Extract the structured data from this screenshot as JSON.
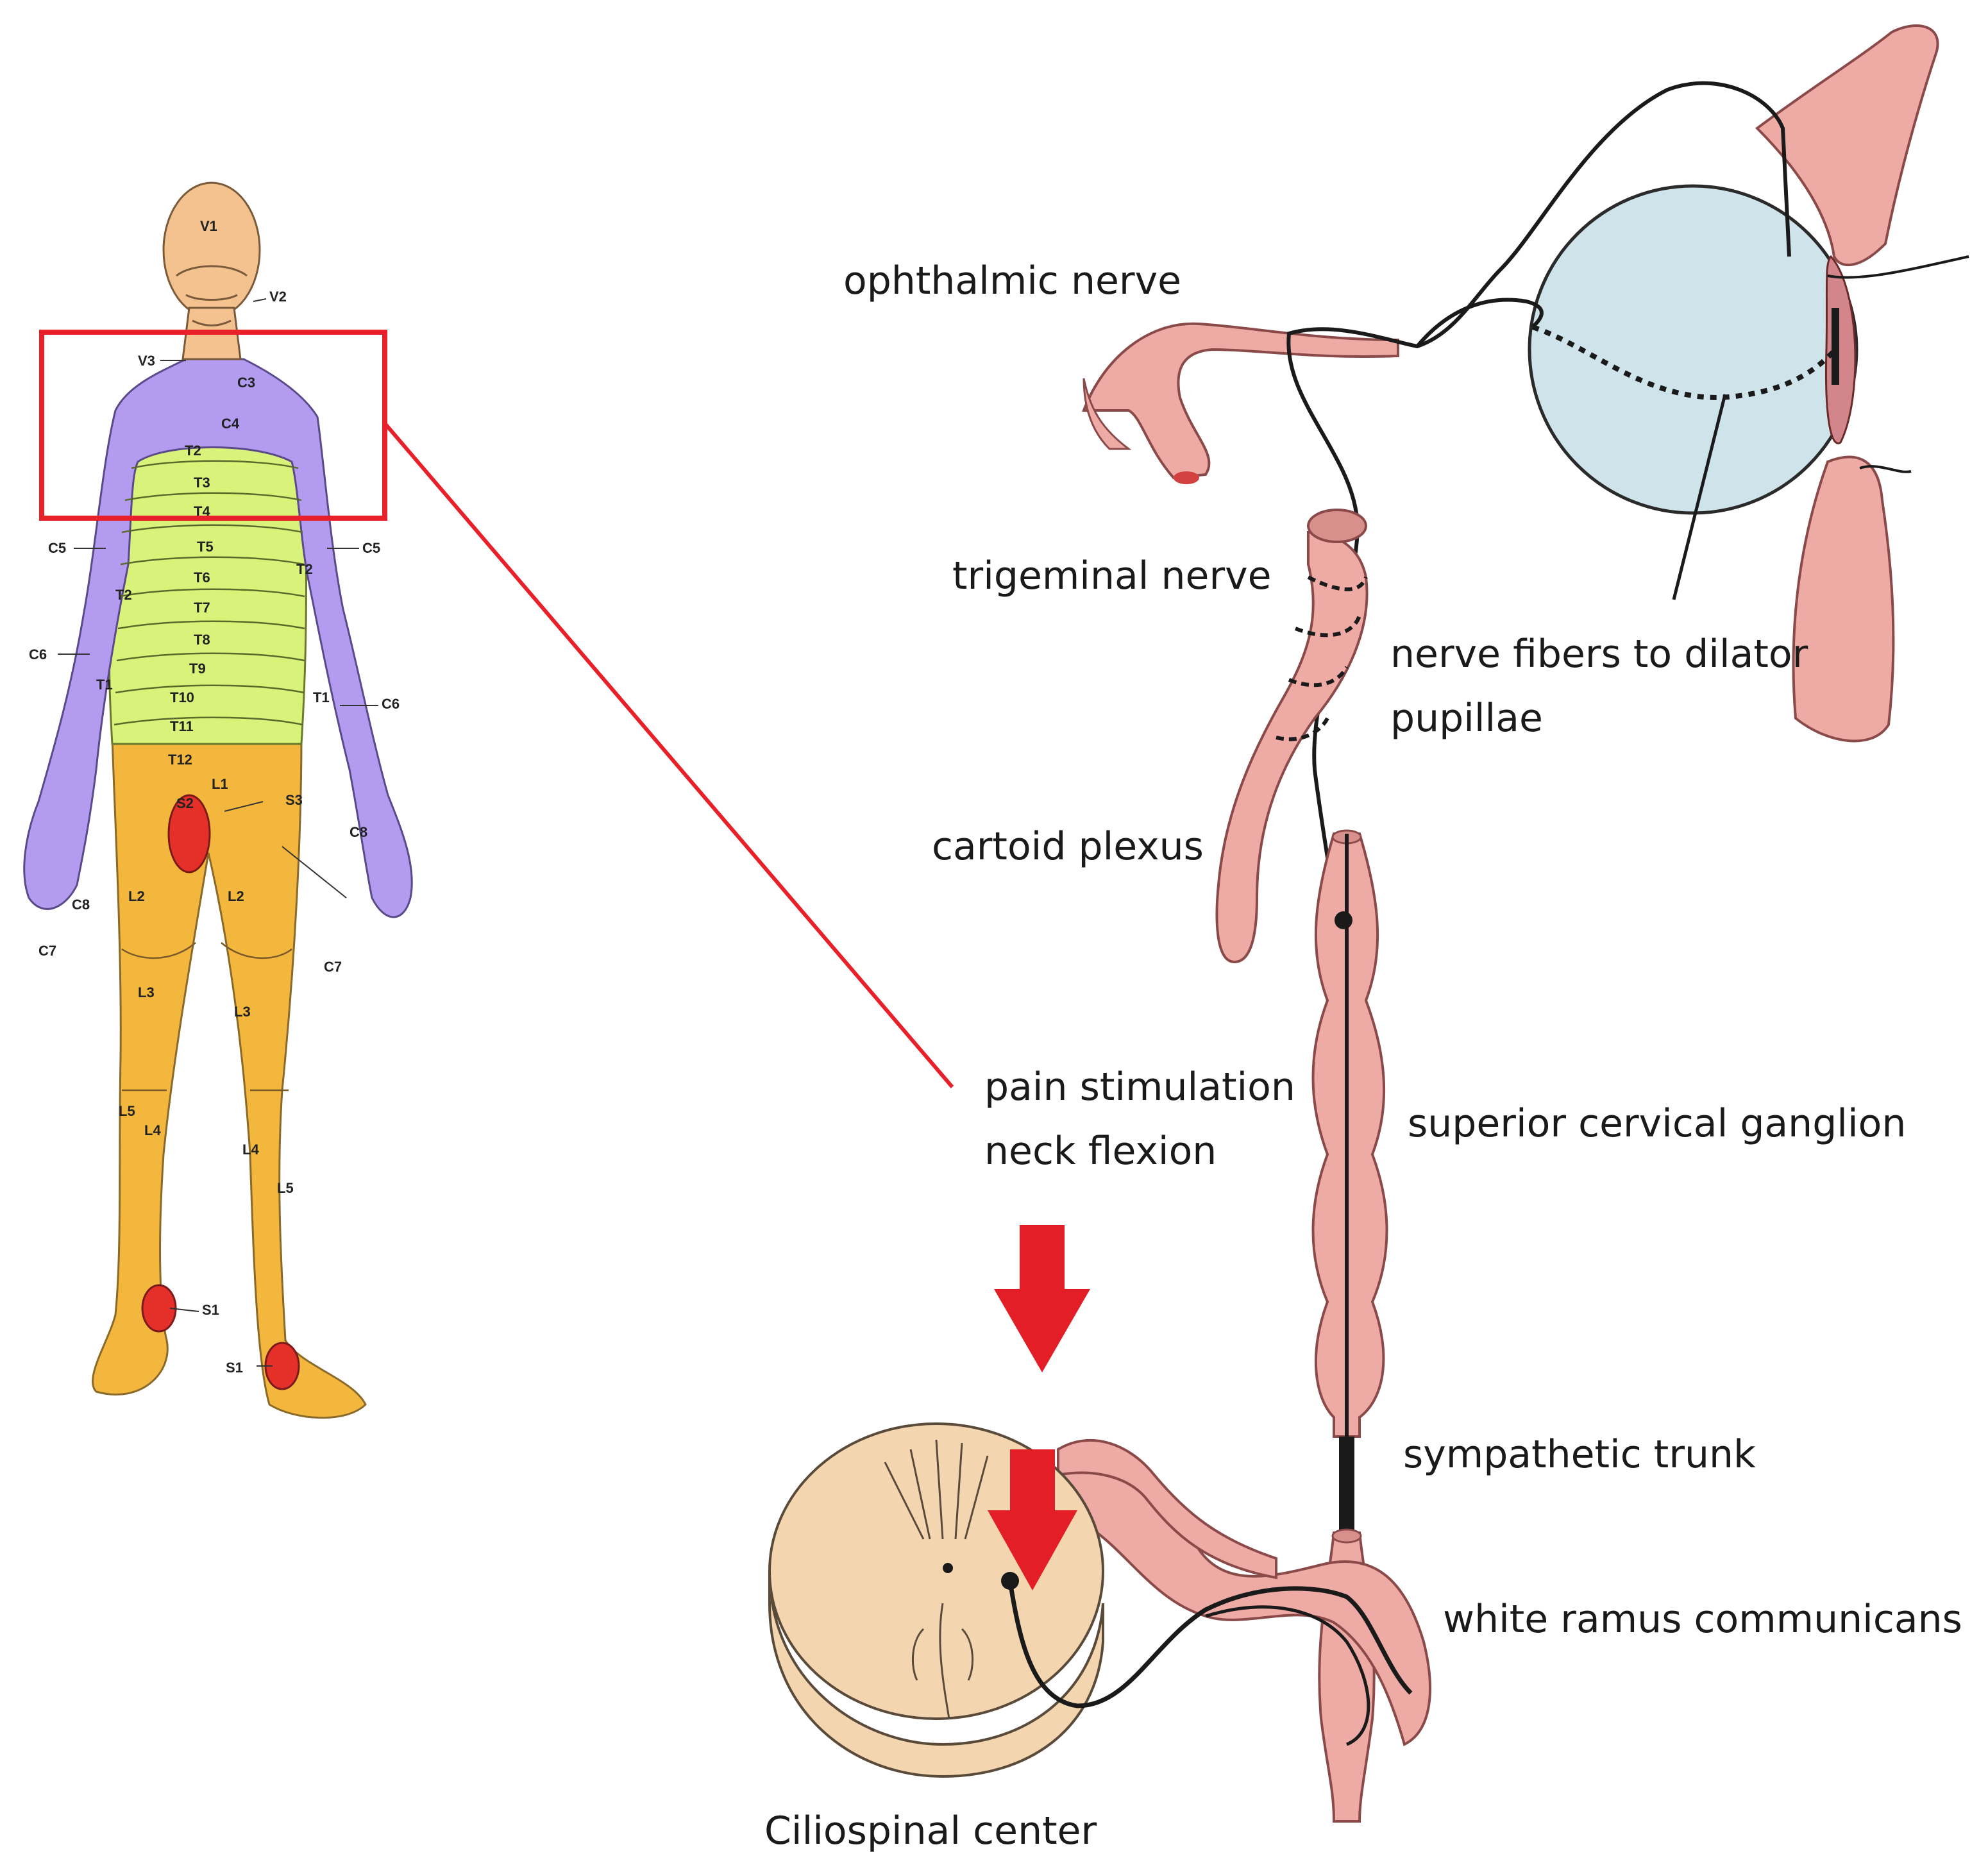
{
  "colors": {
    "dermatome_cervical": "#b39cf0",
    "dermatome_thoracic": "#d8f27a",
    "dermatome_lumbar": "#f2b73c",
    "dermatome_sacral": "#e5302a",
    "face": "#f4c28f",
    "nerve_pink": "#eeaaa5",
    "nerve_outline": "#8a4a4a",
    "eye_fill": "#cfe3ea",
    "cord_fill": "#f3d6b0",
    "highlight_red": "#e8202a",
    "arrow_red": "#e41e26"
  },
  "dermatome_labels": {
    "v1": "V1",
    "v2": "V2",
    "v3": "V3",
    "c3": "C3",
    "c4": "C4",
    "c5": "C5",
    "c6": "C6",
    "c7": "C7",
    "c8": "C8",
    "t1": "T1",
    "t2": "T2",
    "t3": "T3",
    "t4": "T4",
    "t5": "T5",
    "t6": "T6",
    "t7": "T7",
    "t8": "T8",
    "t9": "T9",
    "t10": "T10",
    "t11": "T11",
    "t12": "T12",
    "l1": "L1",
    "l2": "L2",
    "l3": "L3",
    "l4": "L4",
    "l5": "L5",
    "s1": "S1",
    "s2": "S2",
    "s3": "S3"
  },
  "labels": {
    "ophthalmic_nerve": "ophthalmic  nerve",
    "trigeminal_nerve": "trigeminal nerve",
    "nerve_fibers_line1": "nerve fibers to dilator",
    "nerve_fibers_line2": "pupillae",
    "carotid_plexus": "cartoid plexus",
    "pain_line1": "pain stimulation",
    "pain_line2": "neck flexion",
    "superior_cervical_ganglion": "superior cervical ganglion",
    "sympathetic_trunk": "sympathetic trunk",
    "white_ramus": "white ramus communicans",
    "ciliospinal_center": "Ciliospinal center"
  }
}
